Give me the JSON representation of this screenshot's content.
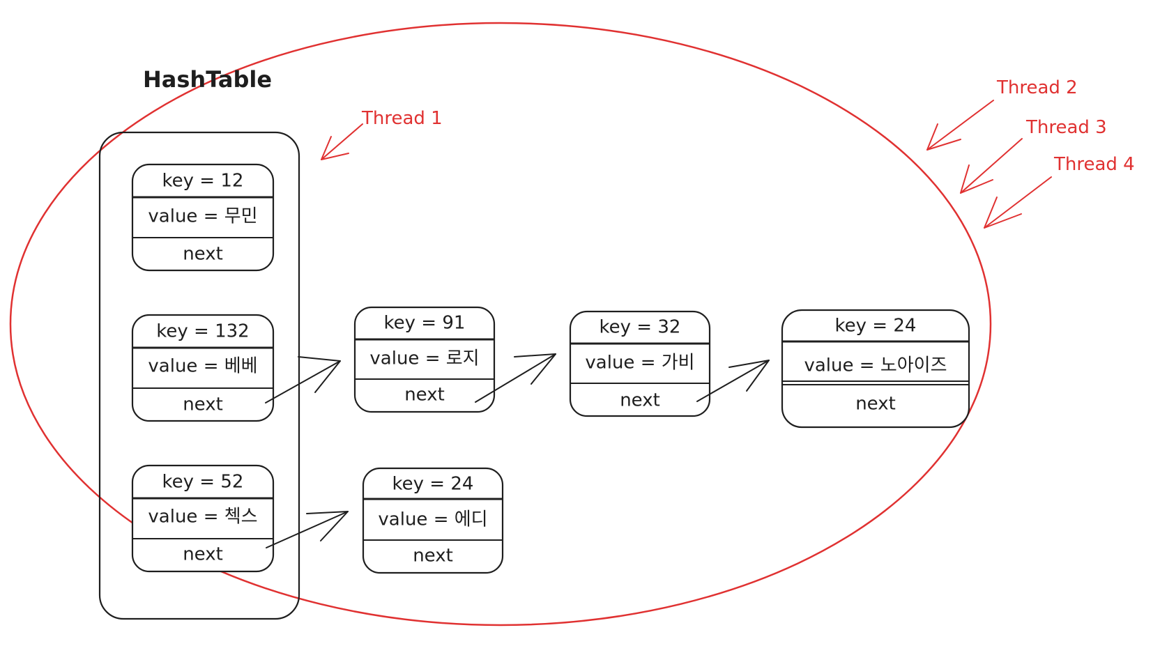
{
  "title": "HashTable",
  "colors": {
    "ink": "#1e1e1e",
    "thread": "#e03131"
  },
  "buckets": [
    {
      "key": "key = 12",
      "value": "value = 무민",
      "next": "next"
    },
    {
      "key": "key = 132",
      "value": "value = 베베",
      "next": "next"
    },
    {
      "key": "key = 52",
      "value": "value = 첵스",
      "next": "next"
    }
  ],
  "chain_nodes": [
    {
      "key": "key = 91",
      "value": "value = 로지",
      "next": "next"
    },
    {
      "key": "key = 32",
      "value": "value = 가비",
      "next": "next"
    },
    {
      "key": "key = 24",
      "value": "value = 노아이즈",
      "next": "next"
    },
    {
      "key": "key = 24",
      "value": "value = 에디",
      "next": "next"
    }
  ],
  "threads": {
    "t1": "Thread 1",
    "t2": "Thread 2",
    "t3": "Thread 3",
    "t4": "Thread 4"
  }
}
